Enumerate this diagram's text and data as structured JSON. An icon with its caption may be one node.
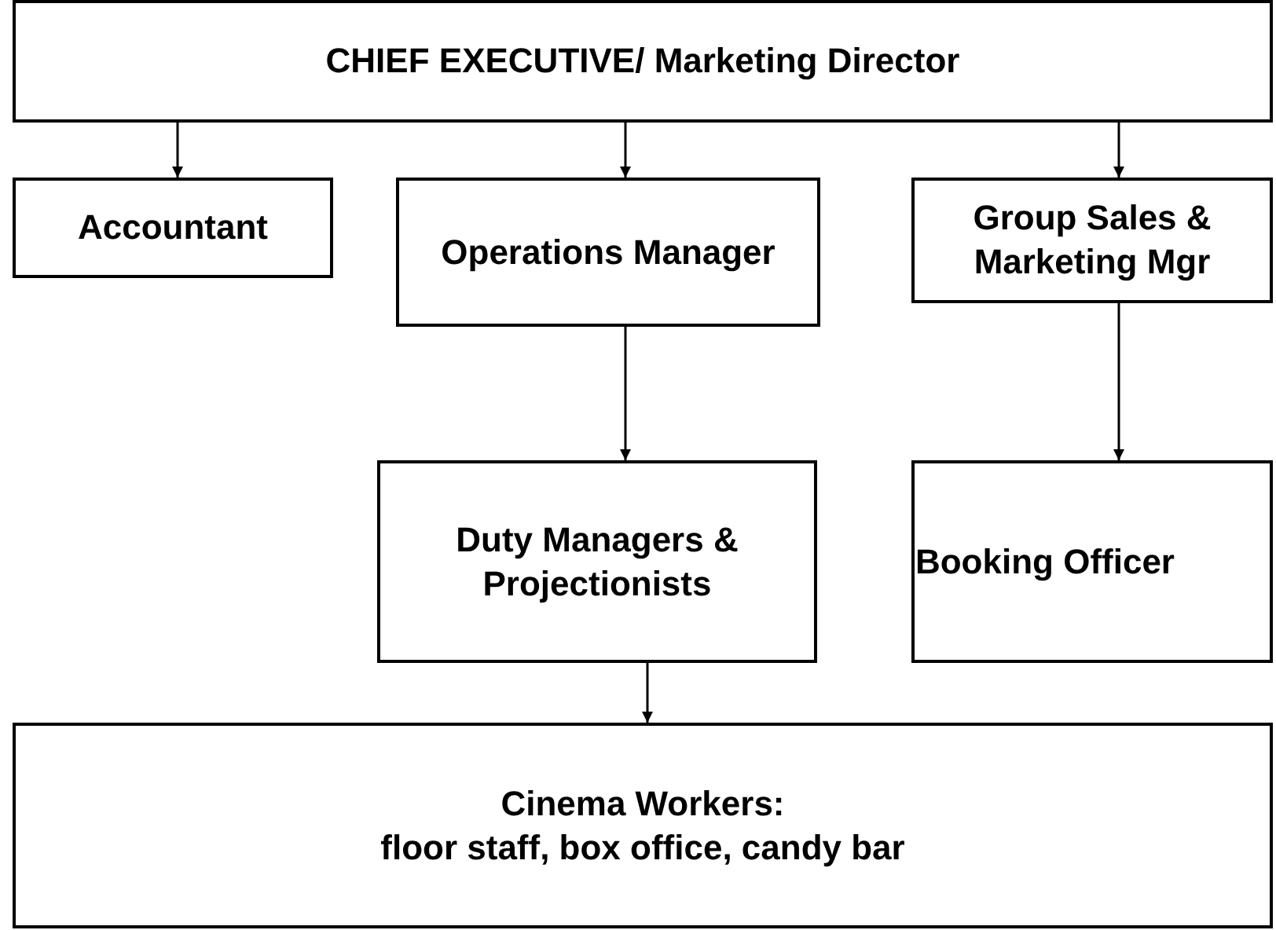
{
  "diagram": {
    "nodes": [
      {
        "text": [
          "CHIEF EXECUTIVE/ Marketing Director"
        ]
      },
      {
        "text": [
          "Accountant"
        ]
      },
      {
        "text": [
          "Operations Manager"
        ]
      },
      {
        "text": [
          "Group Sales & Marketing Mgr"
        ]
      },
      {
        "text": [
          "Duty Managers & Projectionists"
        ]
      },
      {
        "text": [
          "Booking Officer"
        ]
      },
      {
        "text": [
          "Cinema Workers:",
          "floor staff, box office, candy bar"
        ]
      }
    ],
    "edges": [
      {
        "from": 0,
        "to": 1,
        "arrow": "to"
      },
      {
        "from": 0,
        "to": 2,
        "arrow": "to"
      },
      {
        "from": 0,
        "to": 3,
        "arrow": "to"
      },
      {
        "from": 2,
        "to": 4,
        "arrow": "to"
      },
      {
        "from": 3,
        "to": 5,
        "arrow": "to"
      },
      {
        "from": 4,
        "to": 6,
        "arrow": "to"
      }
    ]
  }
}
